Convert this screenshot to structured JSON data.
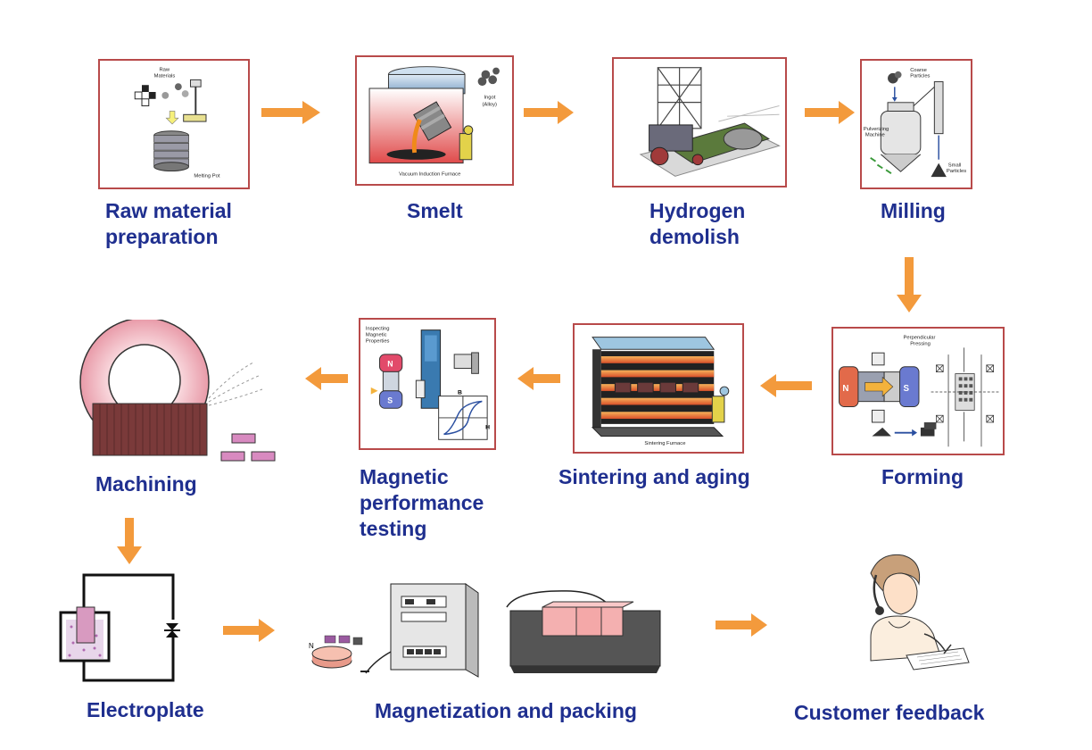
{
  "diagram": {
    "accent_color": "#f39a3c",
    "label_color": "#1f2f8f",
    "frame_color": "#b84a4a",
    "stages": [
      {
        "id": "raw-material",
        "label": "Raw material\npreparation",
        "icon": "raw-material-icon",
        "captions": {
          "top": "Raw\nMaterials",
          "bottom": "Melting Pot"
        }
      },
      {
        "id": "smelt",
        "label": "Smelt",
        "icon": "vacuum-furnace-icon",
        "captions": {
          "ingot": "Ingot\n(Alloy)",
          "bottom": "Vacuum Induction Furnace"
        }
      },
      {
        "id": "hydrogen-demolish",
        "label": "Hydrogen\ndemolish",
        "icon": "hydrogen-plant-icon"
      },
      {
        "id": "milling",
        "label": "Milling",
        "icon": "milling-machine-icon",
        "captions": {
          "top": "Coarse\nParticles",
          "side": "Pulverizing\nMachine",
          "bottom": "Small\nParticles"
        }
      },
      {
        "id": "forming",
        "label": "Forming",
        "icon": "press-icon",
        "captions": {
          "top": "Perpendicular\nPressing"
        }
      },
      {
        "id": "sintering",
        "label": "Sintering and aging",
        "icon": "sintering-furnace-icon",
        "captions": {
          "bottom": "Sintering Furnace"
        }
      },
      {
        "id": "magnetic-testing",
        "label": "Magnetic\nperformance\ntesting",
        "icon": "magnetic-tester-icon",
        "captions": {
          "top": "Inspecting\nMagnetic\nProperties"
        }
      },
      {
        "id": "machining",
        "label": "Machining",
        "icon": "grinding-wheel-icon"
      },
      {
        "id": "electroplate",
        "label": "Electroplate",
        "icon": "electroplating-cell-icon"
      },
      {
        "id": "magnetization",
        "label": "Magnetization and packing",
        "icon": "magnetizer-icon"
      },
      {
        "id": "customer-feedback",
        "label": "Customer feedback",
        "icon": "customer-service-icon"
      }
    ]
  }
}
